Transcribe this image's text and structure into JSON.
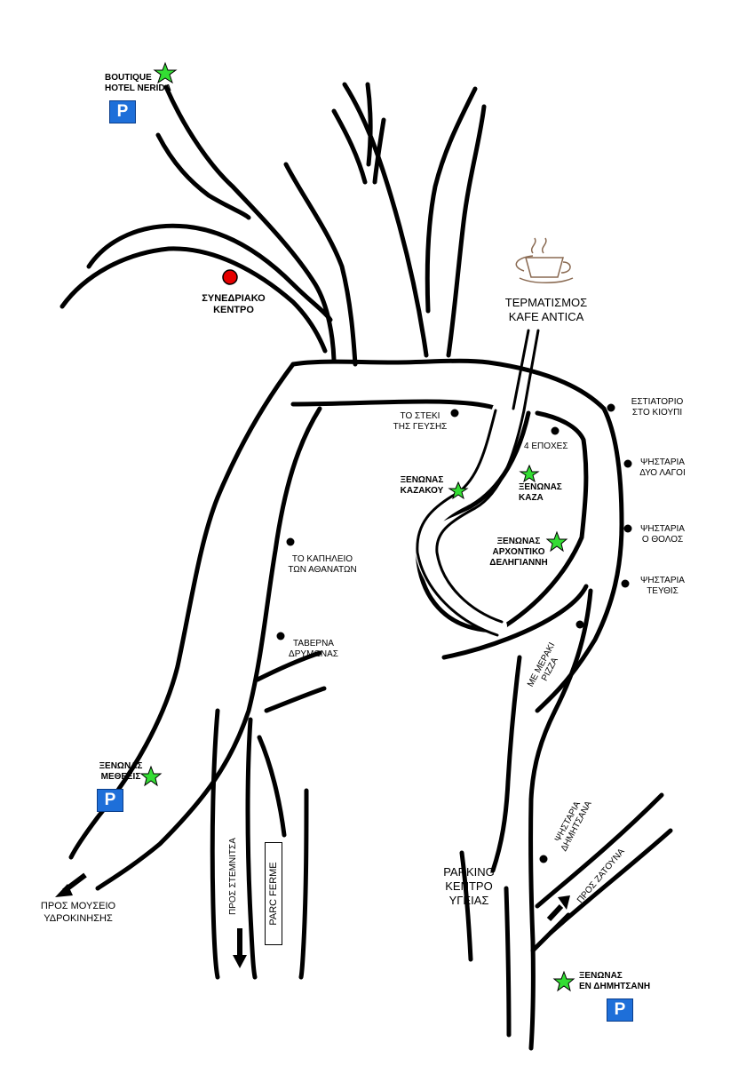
{
  "labels": {
    "boutique": [
      "BOUTIQUE",
      "HOTEL NERIDA"
    ],
    "synedriako": [
      "ΣΥΝΕΔΡΙΑΚΟ",
      "ΚΕΝΤΡΟ"
    ],
    "termatismos": [
      "ΤΕΡΜΑΤΙΣΜΟΣ",
      "KAFE ANTICA"
    ],
    "steki": [
      "ΤΟ ΣΤΕΚΙ",
      "ΤΗΣ ΓΕΥΣΗΣ"
    ],
    "epoxes": "4 ΕΠΟΧΕΣ",
    "kiouipi": [
      "ΕΣΤΙΑΤΟΡΙΟ",
      "ΣΤΟ ΚΙΟΥΠΙ"
    ],
    "kazakou": [
      "ΞΕΝΩΝΑΣ",
      "ΚΑΖΑΚΟΥ"
    ],
    "kaza": [
      "ΞΕΝΩΝΑΣ",
      "ΚΑΖΑ"
    ],
    "dyo_lagoi": [
      "ΨΗΣΤΑΡΙΑ",
      "ΔΥΟ ΛΑΓΟΙ"
    ],
    "tholos": [
      "ΨΗΣΤΑΡΙΑ",
      "Ο ΘΟΛΟΣ"
    ],
    "arxontiko": [
      "ΞΕΝΩΝΑΣ",
      "ΑΡΧΟΝΤΙΚΟ",
      "ΔΕΛΗΓΙΑΝΝΗ"
    ],
    "kapileio": [
      "ΤΟ ΚΑΠΗΛΕΙΟ",
      "ΤΩΝ ΑΘΑΝΑΤΩΝ"
    ],
    "teythis": [
      "ΨΗΣΤΑΡΙΑ",
      "ΤΕΥΘΙΣ"
    ],
    "taverna": [
      "ΤΑΒΕΡΝΑ",
      "ΔΡΥΜΩΝΑΣ"
    ],
    "meraki": [
      "ΜΕ ΜΕΡΑΚΙ",
      "PIZZA"
    ],
    "metheksis": [
      "ΞΕΝΩΝΑΣ",
      "ΜΕΘΕΞΙΣ"
    ],
    "psistaria_dimitsana": [
      "ΨΗΣΤΑΡΙΑ",
      "ΔΗΜΗΤΣΑΝΑ"
    ],
    "parking_kentro": [
      "PARKING",
      "ΚΕΝΤΡΟ",
      "ΥΓΕΙΑΣ"
    ],
    "pros_stemnitsa": "ΠΡΟΣ ΣΤΕΜΝΙΤΣΑ",
    "parc_ferme": "PARC FERME",
    "pros_mouseio": [
      "ΠΡΟΣ ΜΟΥΣΕΙΟ",
      "ΥΔΡΟΚΙΝΗΣΗΣ"
    ],
    "pros_zatouna": "ΠΡΟΣ ΖΑΤΟΥΝΑ",
    "en_dimitsani": [
      "ΞΕΝΩΝΑΣ",
      "ΕΝ ΔΗΜΗΤΣΑΝΗ"
    ]
  },
  "parking_symbol": "P",
  "legend_symbols": {
    "guesthouse": "green-star-icon",
    "restaurant": "black-dot-icon",
    "conference": "red-dot-icon",
    "cafe": "coffee-cup-icon",
    "parking": "parking-sign-icon",
    "direction": "arrow-icon"
  },
  "colors": {
    "road": "#000000",
    "star": "#33dd33",
    "conference_dot": "#e60000",
    "parking_bg": "#1e6fd9",
    "cup": "#8a6a52"
  }
}
